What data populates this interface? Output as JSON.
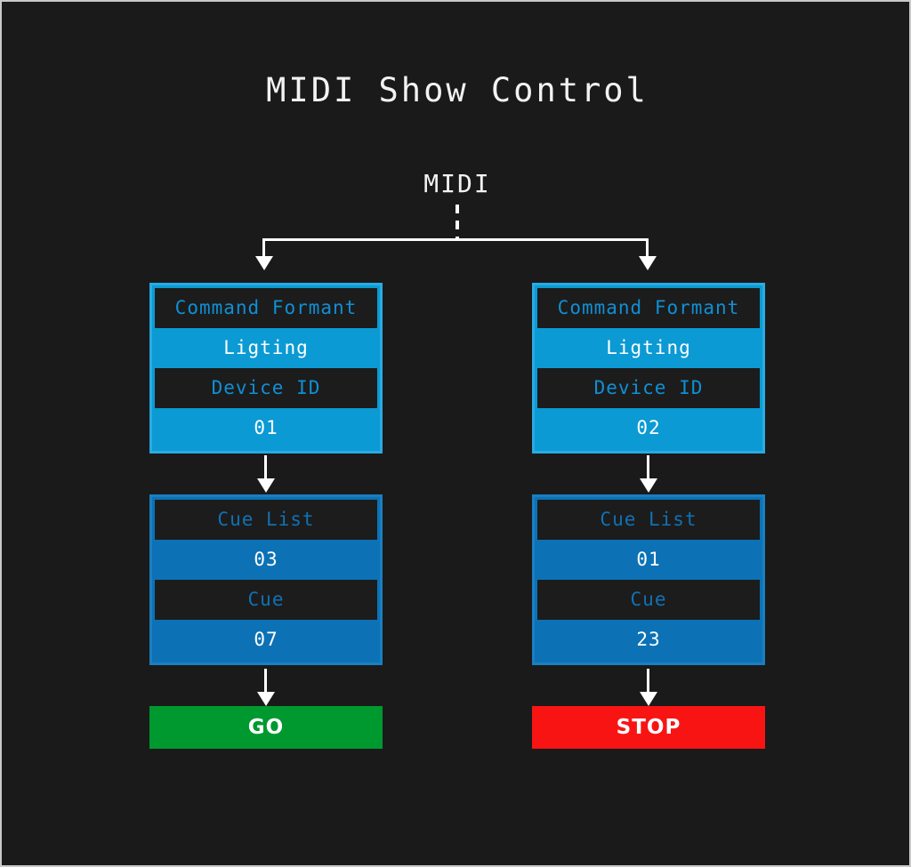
{
  "diagram": {
    "title": "MIDI Show Control",
    "root_label": "MIDI",
    "colors": {
      "background": "#1a1a1a",
      "frame": "#c9c9c9",
      "connector": "#ffffff",
      "block_a_fill": "#0b9ad4",
      "block_a_border": "#29abe2",
      "block_a_label_text": "#0f8fd6",
      "block_b_fill": "#0c72b5",
      "block_b_border": "#1a7fc1",
      "block_b_label_text": "#0f72b4",
      "label_row_fill": "#1c1c1c",
      "value_text": "#ffffff",
      "go_green": "#00992f",
      "stop_red": "#f91414"
    },
    "branches": [
      {
        "name": "left",
        "blocks": [
          {
            "name": "command-format-block",
            "rows": [
              {
                "label": "Command Formant",
                "value": "Ligting"
              },
              {
                "label": "Device ID",
                "value": "01"
              }
            ]
          },
          {
            "name": "cue-block",
            "rows": [
              {
                "label": "Cue List",
                "value": "03"
              },
              {
                "label": "Cue",
                "value": "07"
              }
            ]
          }
        ],
        "action": {
          "name": "go-button",
          "label": "GO"
        }
      },
      {
        "name": "right",
        "blocks": [
          {
            "name": "command-format-block",
            "rows": [
              {
                "label": "Command Formant",
                "value": "Ligting"
              },
              {
                "label": "Device ID",
                "value": "02"
              }
            ]
          },
          {
            "name": "cue-block",
            "rows": [
              {
                "label": "Cue List",
                "value": "01"
              },
              {
                "label": "Cue",
                "value": "23"
              }
            ]
          }
        ],
        "action": {
          "name": "stop-button",
          "label": "STOP"
        }
      }
    ]
  }
}
